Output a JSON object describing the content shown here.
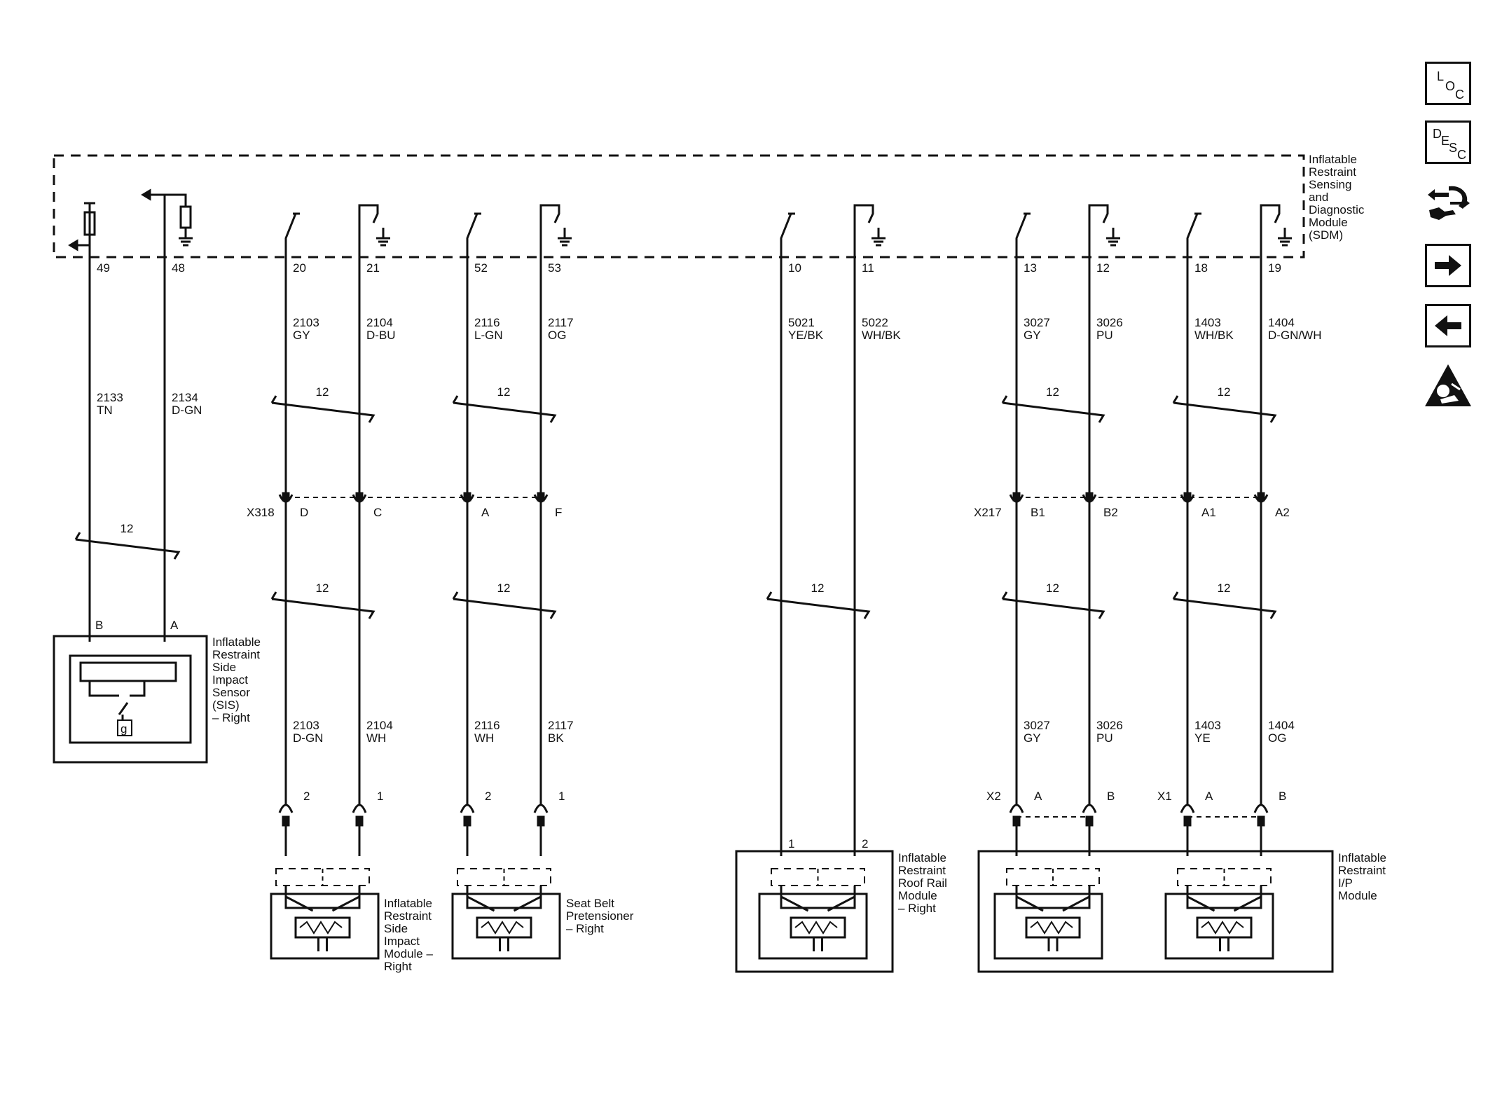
{
  "sdm": {
    "label": "Inflatable Restraint Sensing and Diagnostic Module (SDM)"
  },
  "wires": [
    {
      "pin": "49",
      "circuit": "2133",
      "color": "TN"
    },
    {
      "pin": "48",
      "circuit": "2134",
      "color": "D-GN"
    },
    {
      "pin": "20",
      "circuit": "2103",
      "color": "GY",
      "circuit_b": "2103",
      "color_b": "D-GN",
      "conn_pin": "D",
      "end_pin": "2"
    },
    {
      "pin": "21",
      "circuit": "2104",
      "color": "D-BU",
      "circuit_b": "2104",
      "color_b": "WH",
      "conn_pin": "C",
      "end_pin": "1"
    },
    {
      "pin": "52",
      "circuit": "2116",
      "color": "L-GN",
      "circuit_b": "2116",
      "color_b": "WH",
      "conn_pin": "A",
      "end_pin": "2"
    },
    {
      "pin": "53",
      "circuit": "2117",
      "color": "OG",
      "circuit_b": "2117",
      "color_b": "BK",
      "conn_pin": "F",
      "end_pin": "1"
    },
    {
      "pin": "10",
      "circuit": "5021",
      "color": "YE/BK",
      "end_pin": "1"
    },
    {
      "pin": "11",
      "circuit": "5022",
      "color": "WH/BK",
      "end_pin": "2"
    },
    {
      "pin": "13",
      "circuit": "3027",
      "color": "GY",
      "circuit_b": "3027",
      "color_b": "GY",
      "conn_pin": "B1",
      "end_pin": "A"
    },
    {
      "pin": "12",
      "circuit": "3026",
      "color": "PU",
      "circuit_b": "3026",
      "color_b": "PU",
      "conn_pin": "B2",
      "end_pin": "B"
    },
    {
      "pin": "18",
      "circuit": "1403",
      "color": "WH/BK",
      "circuit_b": "1403",
      "color_b": "YE",
      "conn_pin": "A1",
      "end_pin": "A"
    },
    {
      "pin": "19",
      "circuit": "1404",
      "color": "D-GN/WH",
      "circuit_b": "1404",
      "color_b": "OG",
      "conn_pin": "A2",
      "end_pin": "B"
    }
  ],
  "twist_label": "12",
  "connectors": {
    "x318": "X318",
    "x217": "X217",
    "x2": "X2",
    "x1": "X1"
  },
  "sensor": {
    "pin_b": "B",
    "pin_a": "A",
    "ground_symbol": "g",
    "label": "Inflatable Restraint Side Impact Sensor (SIS) – Right"
  },
  "modules": {
    "side_impact": "Inflatable Restraint Side Impact Module – Right",
    "pretensioner": "Seat Belt Pretensioner – Right",
    "roof_rail": "Inflatable Restraint Roof Rail Module – Right",
    "ip": "Inflatable Restraint I/P Module"
  },
  "nav": {
    "loc": [
      "L",
      "O",
      "C"
    ],
    "desc": [
      "D",
      "E",
      "S",
      "C"
    ],
    "icons": [
      "loc-button",
      "desc-button",
      "connector-view-icon",
      "next-arrow-icon",
      "previous-arrow-icon",
      "airbag-warning-icon"
    ]
  }
}
